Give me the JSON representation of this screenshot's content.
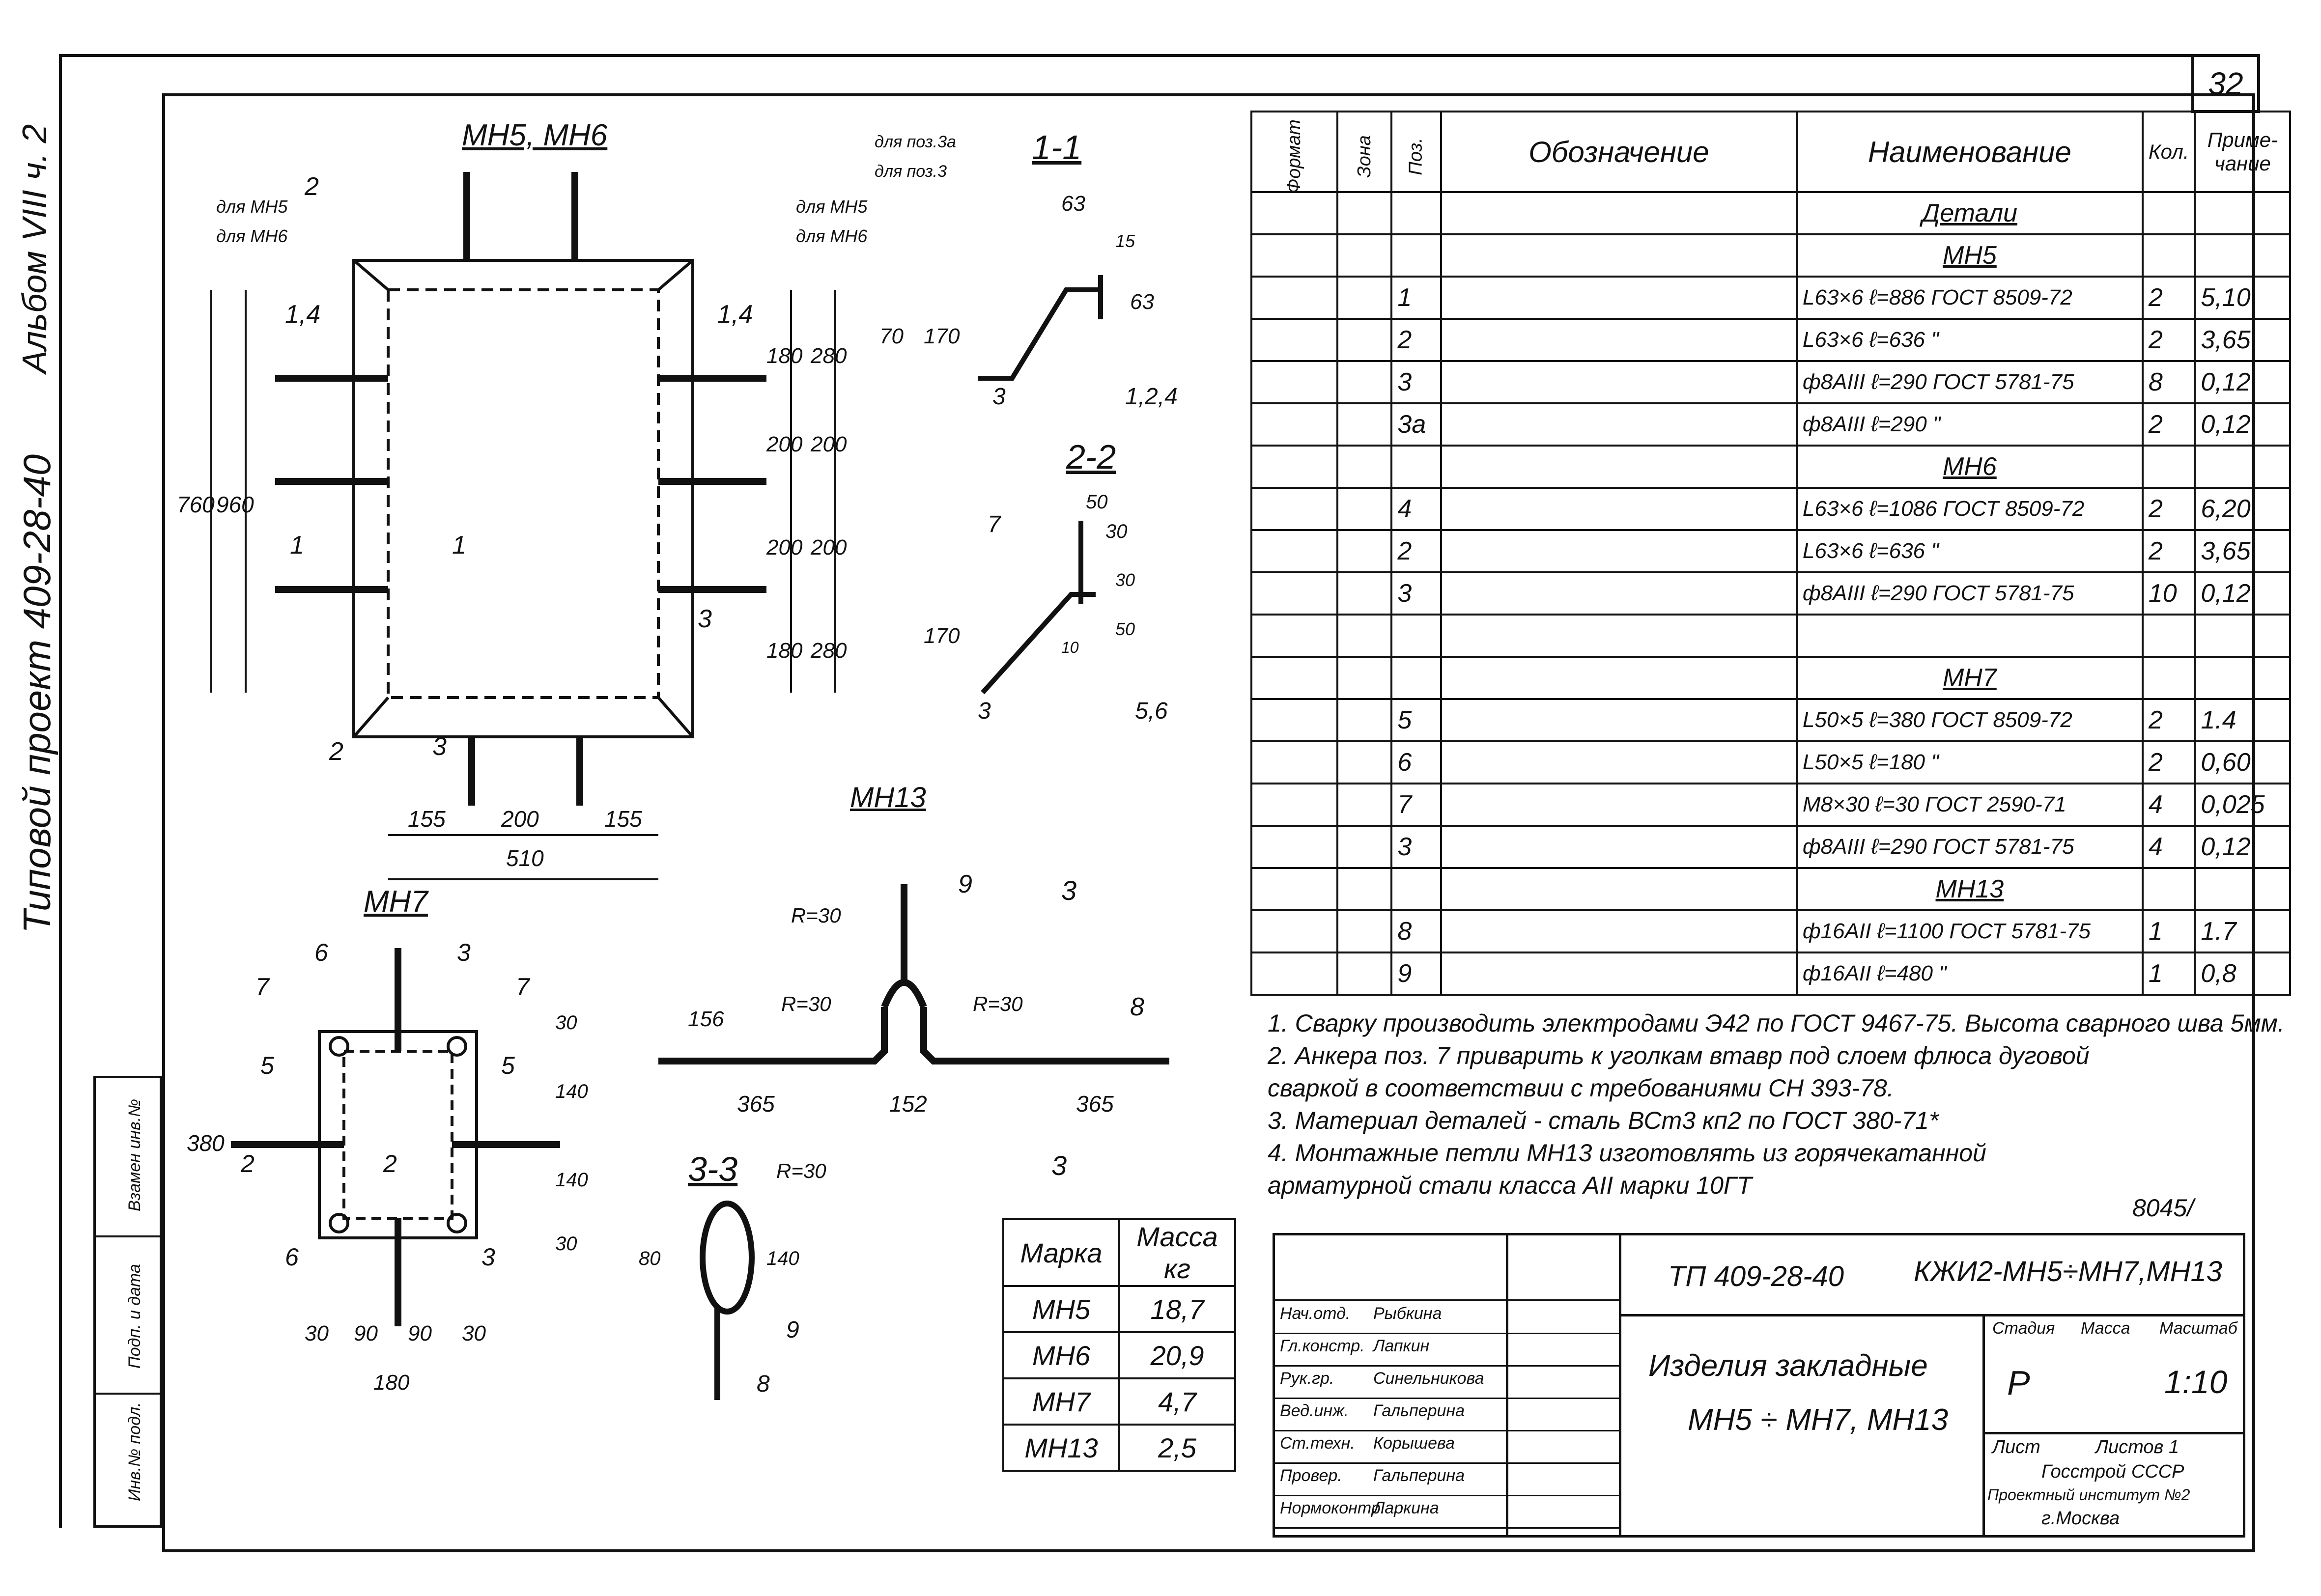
{
  "sheet_number": "32",
  "album": {
    "title": "Типовой проект 409-28-40",
    "part": "Альбом VIII ч. 2"
  },
  "left_stamp": [
    "Инв.№ подл.",
    "Подп. и дата",
    "Взамен инв.№"
  ],
  "drawings": {
    "mn5_mn6": {
      "title": "МН5, МН6",
      "for_mn5": "для МН5",
      "for_mn6": "для МН6",
      "dims_left": [
        "760",
        "960"
      ],
      "dims_right_mn5": [
        "180",
        "200",
        "200",
        "180"
      ],
      "dims_right_mn6": [
        "280",
        "200",
        "200",
        "280"
      ],
      "dims_bottom": [
        "155",
        "200",
        "155"
      ],
      "overall_width": "510",
      "callouts": [
        "2",
        "1,4",
        "1,4",
        "2",
        "3",
        "3"
      ],
      "section_marks": [
        "1",
        "1"
      ]
    },
    "section_1_1": {
      "title": "1-1",
      "for_pos3a": "для поз.3а",
      "for_pos3": "для поз.3",
      "dims": [
        "63",
        "15",
        "63",
        "70",
        "170"
      ],
      "callouts": [
        "3",
        "1,2,4"
      ]
    },
    "section_2_2": {
      "title": "2-2",
      "dims": [
        "50",
        "30",
        "30",
        "50",
        "170",
        "10"
      ],
      "callouts": [
        "7",
        "3",
        "5,6"
      ]
    },
    "mn7": {
      "title": "МН7",
      "dims_left": "380",
      "dims_right": [
        "30",
        "140",
        "140",
        "30"
      ],
      "dims_bottom": [
        "30",
        "90",
        "90",
        "30"
      ],
      "overall_width": "180",
      "callouts": [
        "6",
        "3",
        "7",
        "7",
        "5",
        "5",
        "6",
        "3"
      ],
      "section_marks": [
        "2",
        "2"
      ]
    },
    "mn13": {
      "title": "МН13",
      "radii": [
        "R=30",
        "R=30",
        "R=30"
      ],
      "dims": [
        "156",
        "365",
        "152",
        "365"
      ],
      "callouts": [
        "9",
        "8"
      ],
      "section_mark": "3"
    },
    "section_3_3": {
      "title": "3-3",
      "radius": "R=30",
      "dims": [
        "80",
        "140"
      ],
      "callouts": [
        "9",
        "8"
      ]
    }
  },
  "spec_table": {
    "headers": [
      "Формат",
      "Зона",
      "Поз.",
      "Обозначение",
      "Наименование",
      "Кол.",
      "Приме-чание"
    ],
    "rows": [
      {
        "type": "section",
        "name": "Детали"
      },
      {
        "type": "section",
        "name": "МН5"
      },
      {
        "type": "row",
        "pos": "1",
        "name": "L63×6 ℓ=886 ГОСТ 8509-72",
        "qty": "2",
        "note": "5,10"
      },
      {
        "type": "row",
        "pos": "2",
        "name": "L63×6 ℓ=636 \"",
        "qty": "2",
        "note": "3,65"
      },
      {
        "type": "row",
        "pos": "3",
        "name": "ф8АIII ℓ=290 ГОСТ 5781-75",
        "qty": "8",
        "note": "0,12"
      },
      {
        "type": "row",
        "pos": "3а",
        "name": "ф8АIII ℓ=290 \"",
        "qty": "2",
        "note": "0,12"
      },
      {
        "type": "section",
        "name": "МН6"
      },
      {
        "type": "row",
        "pos": "4",
        "name": "L63×6 ℓ=1086 ГОСТ 8509-72",
        "qty": "2",
        "note": "6,20"
      },
      {
        "type": "row",
        "pos": "2",
        "name": "L63×6 ℓ=636 \"",
        "qty": "2",
        "note": "3,65"
      },
      {
        "type": "row",
        "pos": "3",
        "name": "ф8АIII ℓ=290 ГОСТ 5781-75",
        "qty": "10",
        "note": "0,12"
      },
      {
        "type": "blank"
      },
      {
        "type": "section",
        "name": "МН7"
      },
      {
        "type": "row",
        "pos": "5",
        "name": "L50×5 ℓ=380 ГОСТ 8509-72",
        "qty": "2",
        "note": "1.4"
      },
      {
        "type": "row",
        "pos": "6",
        "name": "L50×5 ℓ=180 \"",
        "qty": "2",
        "note": "0,60"
      },
      {
        "type": "row",
        "pos": "7",
        "name": "М8×30 ℓ=30 ГОСТ 2590-71",
        "qty": "4",
        "note": "0,025"
      },
      {
        "type": "row",
        "pos": "3",
        "name": "ф8АIII ℓ=290 ГОСТ 5781-75",
        "qty": "4",
        "note": "0,12"
      },
      {
        "type": "section",
        "name": "МН13"
      },
      {
        "type": "row",
        "pos": "8",
        "name": "ф16АII ℓ=1100 ГОСТ 5781-75",
        "qty": "1",
        "note": "1.7"
      },
      {
        "type": "row",
        "pos": "9",
        "name": "ф16АII ℓ=480 \"",
        "qty": "1",
        "note": "0,8"
      }
    ]
  },
  "notes": [
    "1. Сварку производить электродами Э42 по ГОСТ 9467-75. Высота сварного шва 5мм.",
    "2. Анкера поз. 7 приварить к уголкам втавр под слоем флюса дуговой",
    "    сваркой в соответствии с требованиями СН 393-78.",
    "3. Материал деталей - сталь ВСт3 кп2 по ГОСТ 380-71*",
    "4. Монтажные петли МН13 изготовлять из горячекатанной",
    "    арматурной стали класса АII марки 10ГТ"
  ],
  "mass_table": {
    "headers": [
      "Марка",
      "Масса кг"
    ],
    "rows": [
      [
        "МН5",
        "18,7"
      ],
      [
        "МН6",
        "20,9"
      ],
      [
        "МН7",
        "4,7"
      ],
      [
        "МН13",
        "2,5"
      ]
    ]
  },
  "inventory_number": "8045/",
  "title_block": {
    "signatures": [
      [
        "Нач.отд.",
        "Рыбкина"
      ],
      [
        "Гл.констр.",
        "Лапкин"
      ],
      [
        "Рук.гр.",
        "Синельникова"
      ],
      [
        "Вед.инж.",
        "Гальперина"
      ],
      [
        "Ст.техн.",
        "Корышева"
      ],
      [
        "Провер.",
        "Гальперина"
      ],
      [
        "Нормоконтр.",
        "Ларкина"
      ]
    ],
    "project": "ТП 409-28-40",
    "code": "КЖИ2-МН5÷МН7,МН13",
    "name_line1": "Изделия закладные",
    "name_line2": "МН5 ÷ МН7, МН13",
    "stage_label": "Стадия",
    "mass_label": "Масса",
    "scale_label": "Масштаб",
    "stage": "Р",
    "scale": "1:10",
    "sheet_label": "Лист",
    "sheets_label": "Листов 1",
    "org1": "Госстрой СССР",
    "org2": "Проектный институт №2",
    "org3": "г.Москва"
  }
}
